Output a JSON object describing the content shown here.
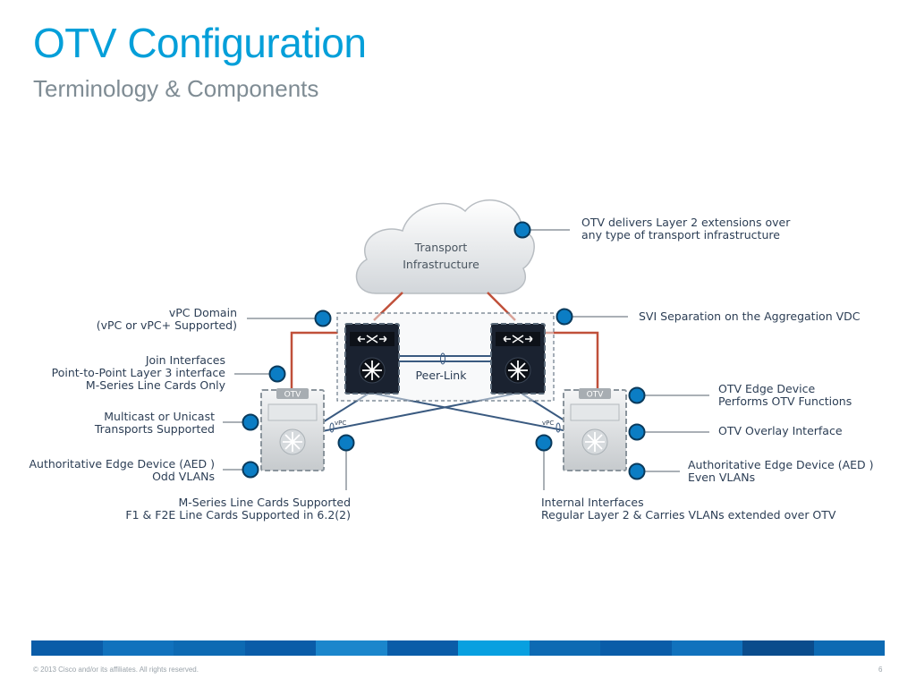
{
  "slide": {
    "title": "OTV Configuration",
    "subtitle": "Terminology & Components",
    "footer": "© 2013 Cisco and/or its affiliates. All rights reserved.",
    "page": "6"
  },
  "diagram": {
    "cloud_line1": "Transport",
    "cloud_line2": "Infrastructure",
    "peer_link": "Peer-Link",
    "otv_tag": "OTV",
    "vpc_tag": "vPC"
  },
  "callouts": {
    "transport": [
      "OTV delivers Layer 2 extensions over",
      "any type of transport infrastructure"
    ],
    "vpc_domain": [
      "vPC Domain",
      "(vPC or vPC+ Supported)"
    ],
    "svi": [
      "SVI Separation on the Aggregation VDC"
    ],
    "join": [
      "Join Interfaces",
      "Point-to-Point Layer 3 interface",
      "M-Series Line Cards Only"
    ],
    "edge": [
      "OTV Edge Device",
      "Performs OTV Functions"
    ],
    "multicast": [
      "Multicast or Unicast",
      "Transports Supported"
    ],
    "overlay": [
      "OTV Overlay Interface"
    ],
    "aed_odd": [
      "Authoritative Edge Device (AED )",
      "Odd VLANs"
    ],
    "aed_even": [
      "Authoritative Edge Device (AED )",
      "Even VLANs"
    ],
    "mseries": [
      "M-Series Line Cards Supported",
      "F1 & F2E Line Cards Supported in 6.2(2)"
    ],
    "internal": [
      "Internal Interfaces",
      "Regular Layer 2 & Carries VLANs extended over OTV"
    ]
  },
  "colors": {
    "title": "#049fd9",
    "subtitle": "#7f8c94",
    "dot": "#0b7dc4",
    "join_link": "#c0503a",
    "internal_link": "#3a5a80",
    "footer_bar": [
      "#0a5ca8",
      "#1172bd",
      "#0d6ab3",
      "#0a5ca8",
      "#1b86cc",
      "#0a5ca8",
      "#08a0e0",
      "#0d6ab3",
      "#0a5ca8",
      "#1172bd",
      "#0a4c8c",
      "#0d6ab3"
    ]
  }
}
